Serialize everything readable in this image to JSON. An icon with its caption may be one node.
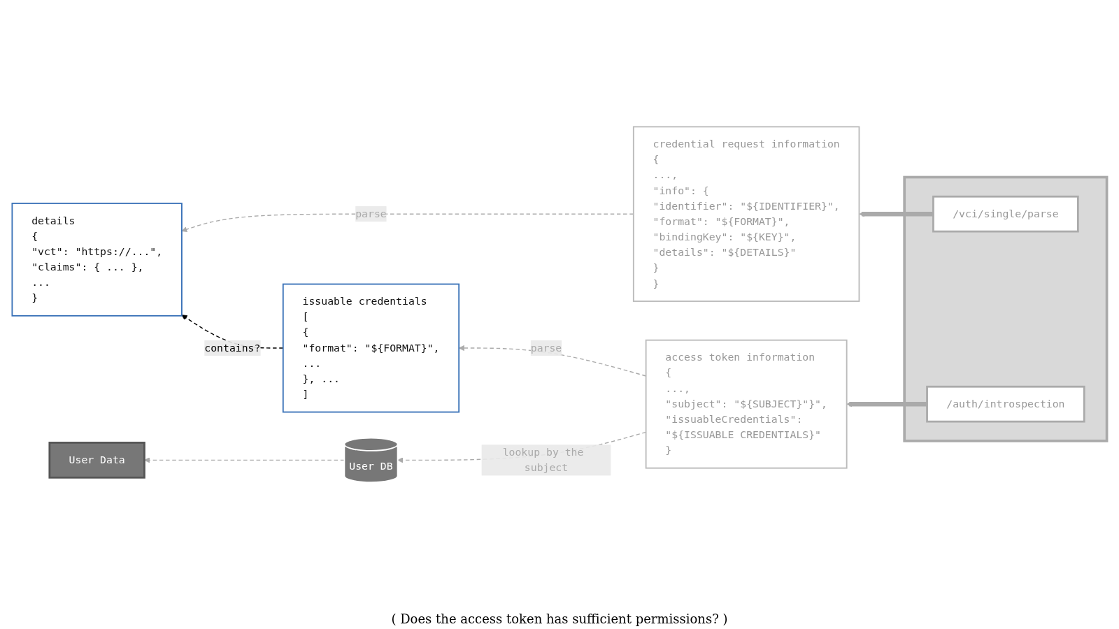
{
  "diagram": {
    "nodes": [
      {
        "text": [],
        "shape": "box"
      },
      {
        "text": [
          "/auth/introspection"
        ],
        "in": 0
      },
      {
        "text": [
          "/vci/single/parse"
        ],
        "in": 0
      },
      {
        "text": [
          "access token information",
          "{",
          "...,",
          "\"subject\": \"${SUBJECT}\"}\",",
          "\"issuableCredentials\":",
          "\"${ISSUABLE CREDENTIALS}\"",
          "}"
        ]
      },
      {
        "text": [
          "credential request information",
          "{",
          "...,",
          "\"info\": {",
          "\"identifier\": \"${IDENTIFIER}\",",
          "\"format\": \"${FORMAT}\",",
          "\"bindingKey\": \"${KEY}\",",
          "\"details\": \"${DETAILS}\"",
          "}",
          "}"
        ]
      },
      {
        "text": [
          "issuable credentials",
          "[",
          "{",
          "\"format\": \"${FORMAT}\",",
          "...",
          "}, ...",
          "]"
        ]
      },
      {
        "text": [
          "details",
          "{",
          "\"vct\": \"https://...\",",
          "\"claims\": { ... },",
          "...",
          "}"
        ]
      },
      {
        "text": [
          "User DB"
        ]
      },
      {
        "text": [
          "User Data"
        ]
      }
    ],
    "edges": [
      {
        "from": 1,
        "to": 3,
        "arrow": "to",
        "style": "thick"
      },
      {
        "from": 2,
        "to": 4,
        "arrow": "to",
        "style": "thick"
      },
      {
        "from": 3,
        "to": 5,
        "arrow": "to",
        "style": "dashed",
        "label": "parse"
      },
      {
        "from": 4,
        "to": 6,
        "arrow": "to",
        "style": "dashed",
        "label": "parse"
      },
      {
        "from": 3,
        "to": 7,
        "arrow": "to",
        "style": "dashed",
        "label": "lookup by the subject"
      },
      {
        "from": 7,
        "to": 8,
        "arrow": "to",
        "style": "dashed"
      },
      {
        "from": 5,
        "to": 6,
        "arrow": "to",
        "style": "dashed",
        "label": "contains?",
        "color": "#000000"
      }
    ],
    "labels": [
      "( Does the access token has sufficient permissions? )"
    ]
  }
}
